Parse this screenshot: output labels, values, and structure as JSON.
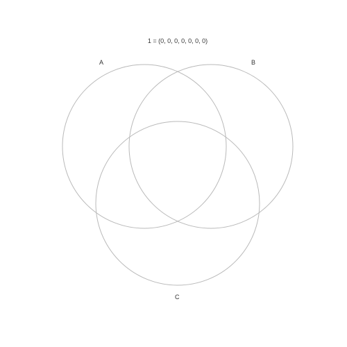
{
  "diagram": {
    "title": "1 = (0, 0, 0, 0, 0, 0, 0)",
    "sets": [
      {
        "label": "A"
      },
      {
        "label": "B"
      },
      {
        "label": "C"
      }
    ],
    "stroke_color": "#b9b9b9",
    "text_color": "#333333"
  }
}
